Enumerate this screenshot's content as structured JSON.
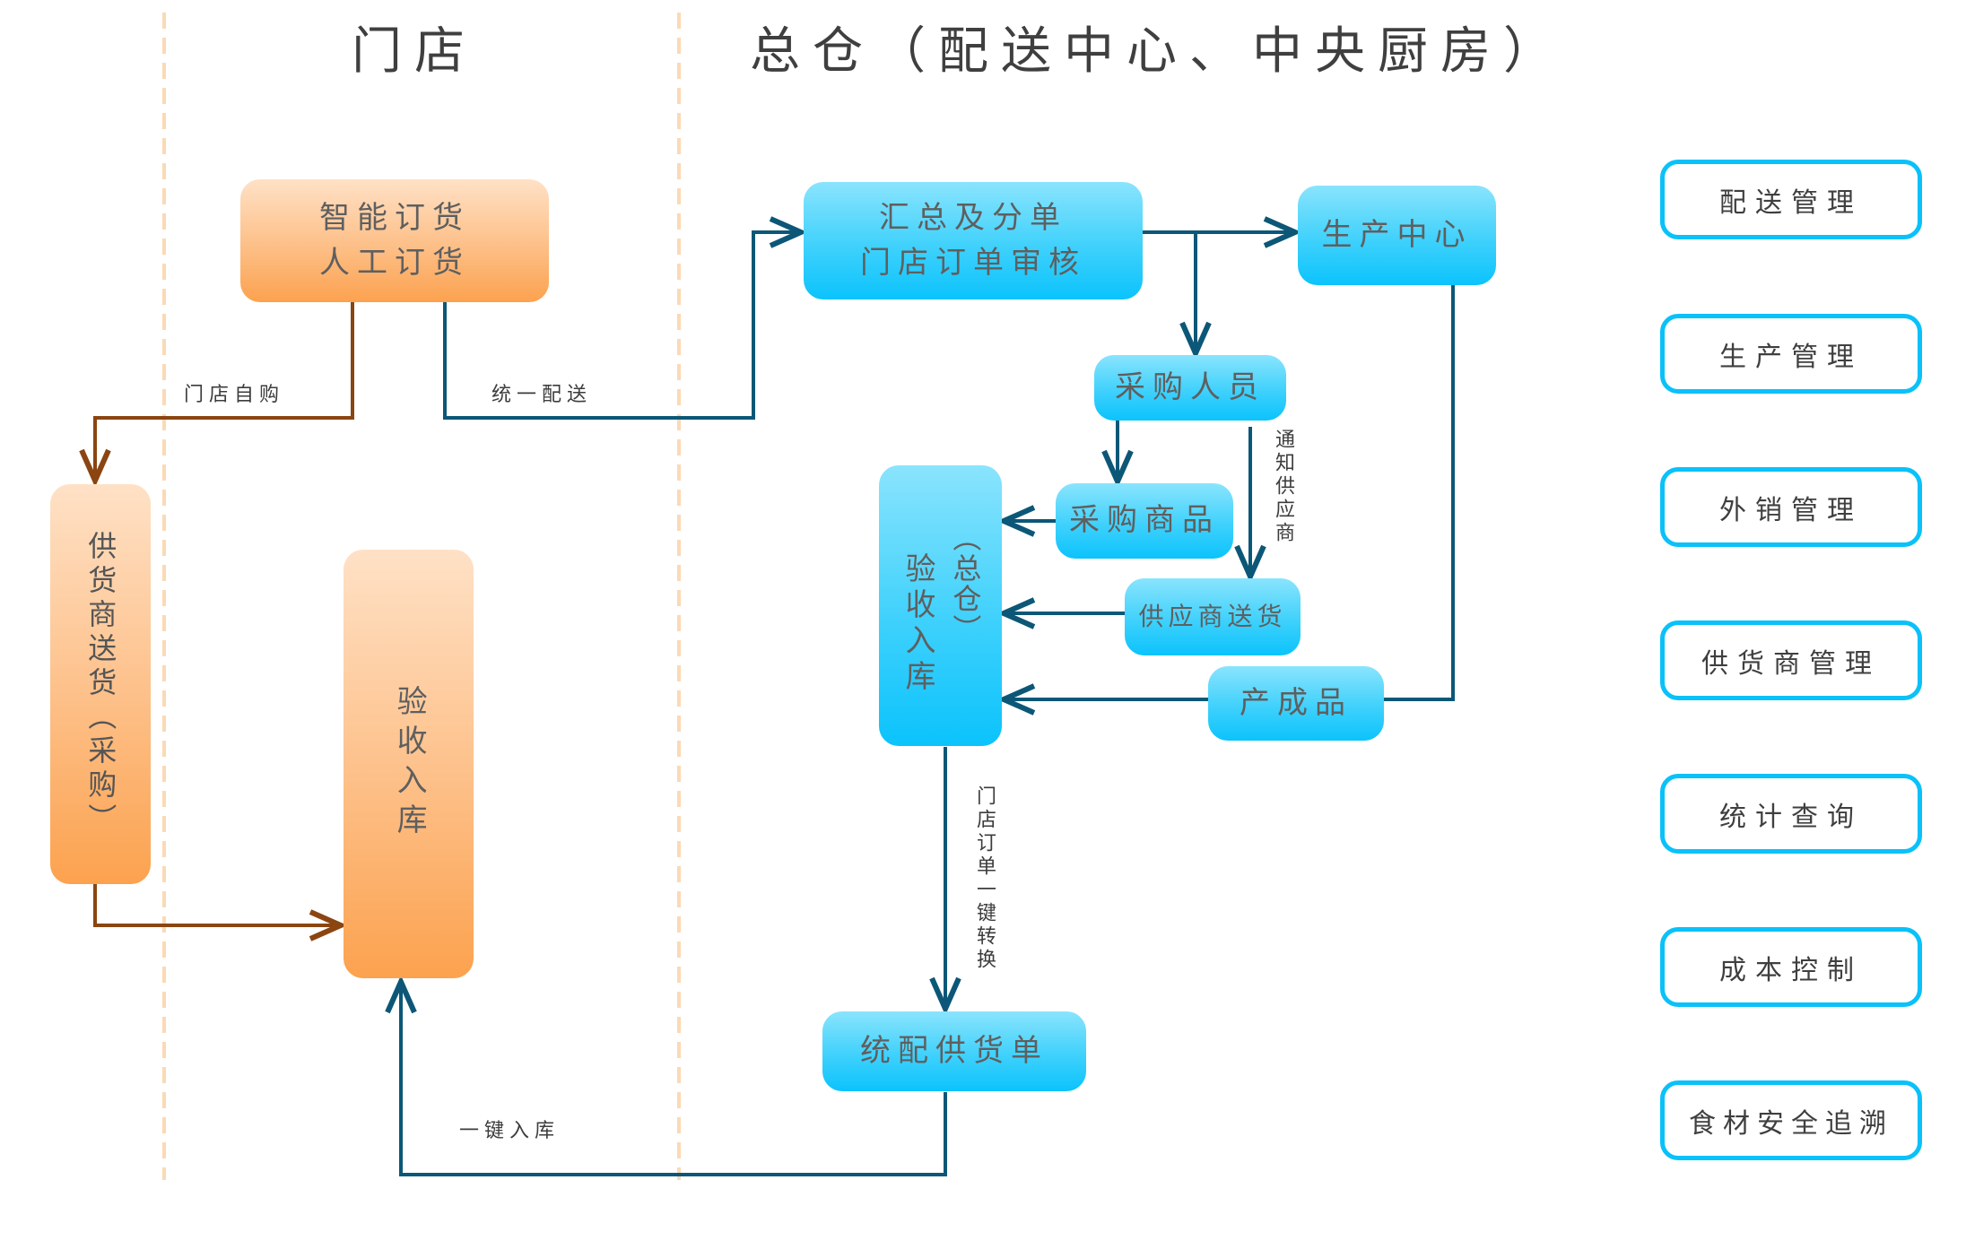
{
  "titles": {
    "store": "门店",
    "warehouse": "总仓（配送中心、中央厨房）"
  },
  "store": {
    "order_box": {
      "line1": "智能订货",
      "line2": "人工订货"
    },
    "supplier_delivery_box": "供货商送货（采购）",
    "receiving_box": "验收入库",
    "labels": {
      "self_purchase": "门店自购",
      "unified_delivery": "统一配送",
      "one_click_stock_in": "一键入库"
    }
  },
  "warehouse": {
    "summary_box": {
      "line1": "汇总及分单",
      "line2": "门店订单审核"
    },
    "production_center": "生产中心",
    "purchaser": "采购人员",
    "purchased_goods": "采购商品",
    "supplier_delivery": "供应商送货",
    "finished_products": "产成品",
    "receiving_box": {
      "main": "验收入库",
      "sub": "（总仓）"
    },
    "distribution_order": "统配供货单",
    "labels": {
      "notify_supplier": "通知供应商",
      "one_click_convert": "门店订单一键转换"
    }
  },
  "modules": [
    {
      "label": "配送管理"
    },
    {
      "label": "生产管理"
    },
    {
      "label": "外销管理"
    },
    {
      "label": "供货商管理"
    },
    {
      "label": "统计查询"
    },
    {
      "label": "成本控制"
    },
    {
      "label": "食材安全追溯"
    }
  ],
  "colors": {
    "store_flow_line": "#8a4511",
    "warehouse_flow_line": "#0c5777",
    "lane_divider": "#fcd9b5",
    "module_border": "#0ac1f9"
  }
}
